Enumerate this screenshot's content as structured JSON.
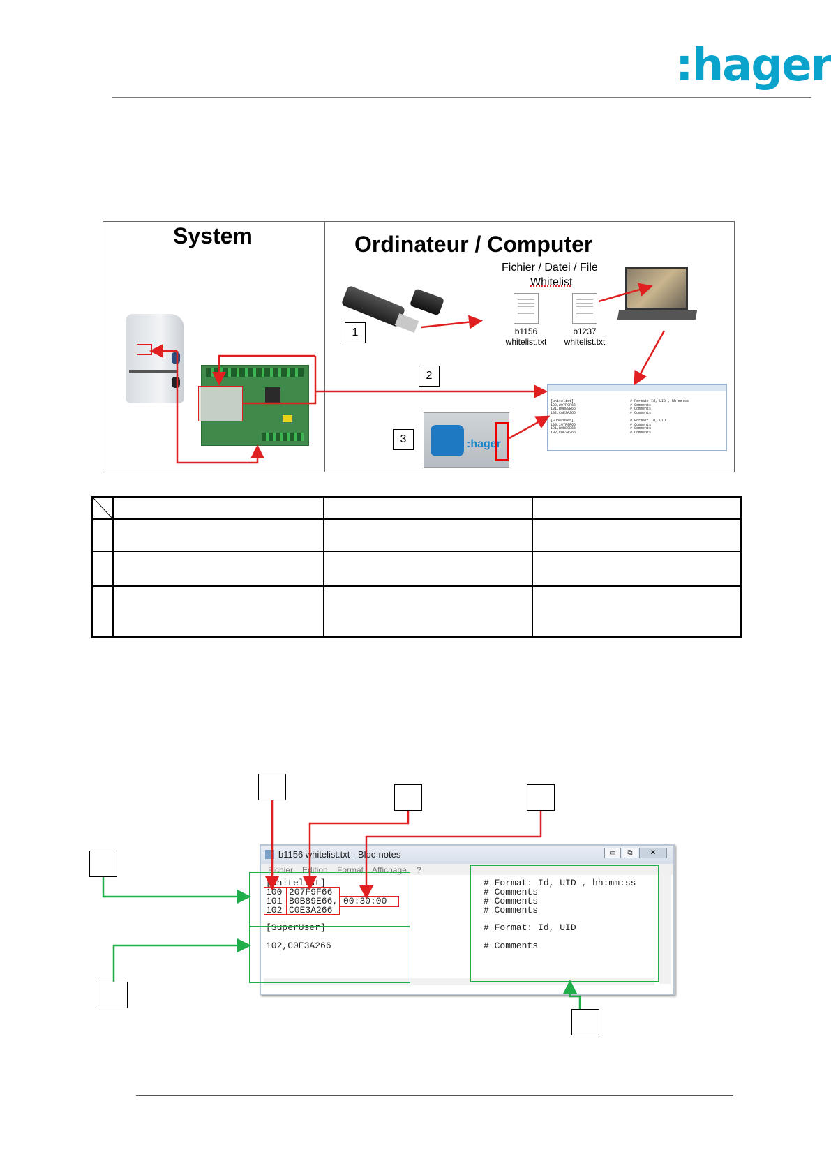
{
  "header": {
    "logo_text": ":hager",
    "brand_color": "#0aa3cc"
  },
  "figure1": {
    "system_title": "System",
    "computer_title": "Ordinateur / Computer",
    "file_label": "Fichier / Datei / File",
    "whitelist_label": "Whitelist",
    "files": [
      {
        "name": "b1156",
        "ext": "whitelist.txt"
      },
      {
        "name": "b1237",
        "ext": "whitelist.txt"
      }
    ],
    "step_numbers": [
      "1",
      "2",
      "3"
    ],
    "card_text": ":hager",
    "mini_notepad_text": "[whitelist]                           # Format: Id, UID , hh:mm:ss\n100,207F9F66                          # Comments\n101,B0B89E66                          # Comments\n102,C0E3A266                          # Comments\n\n[SuperUser]                           # Format: Id, UID\n100,207F9F66                          # Comments\n101,B0B89E66                          # Comments\n102,C0E3A266                          # Comments",
    "arrow_color": "#e02020"
  },
  "figure2": {
    "window_title": "b1156 whitelist.txt - Bloc-notes",
    "window_buttons": [
      "▭",
      "⧉",
      "✕"
    ],
    "menu_items": [
      "Fichier",
      "Edition",
      "Format",
      "Affichage",
      "?"
    ],
    "left_lines": {
      "section1": "[whitelist]",
      "ids": [
        "100",
        "101",
        "102"
      ],
      "uids": [
        "207F9F66",
        "B0B89E66,",
        "C0E3A266"
      ],
      "time": "00:30:00",
      "section2": "[SuperUser]",
      "superuser_line": "102,C0E3A266"
    },
    "right_lines": {
      "format1": "# Format: Id, UID , hh:mm:ss",
      "comments": [
        "# Comments",
        "# Comments",
        "# Comments"
      ],
      "format2": "# Format: Id, UID",
      "comment2": "# Comments"
    },
    "red_color": "#e02020",
    "green_color": "#1fae4a"
  }
}
